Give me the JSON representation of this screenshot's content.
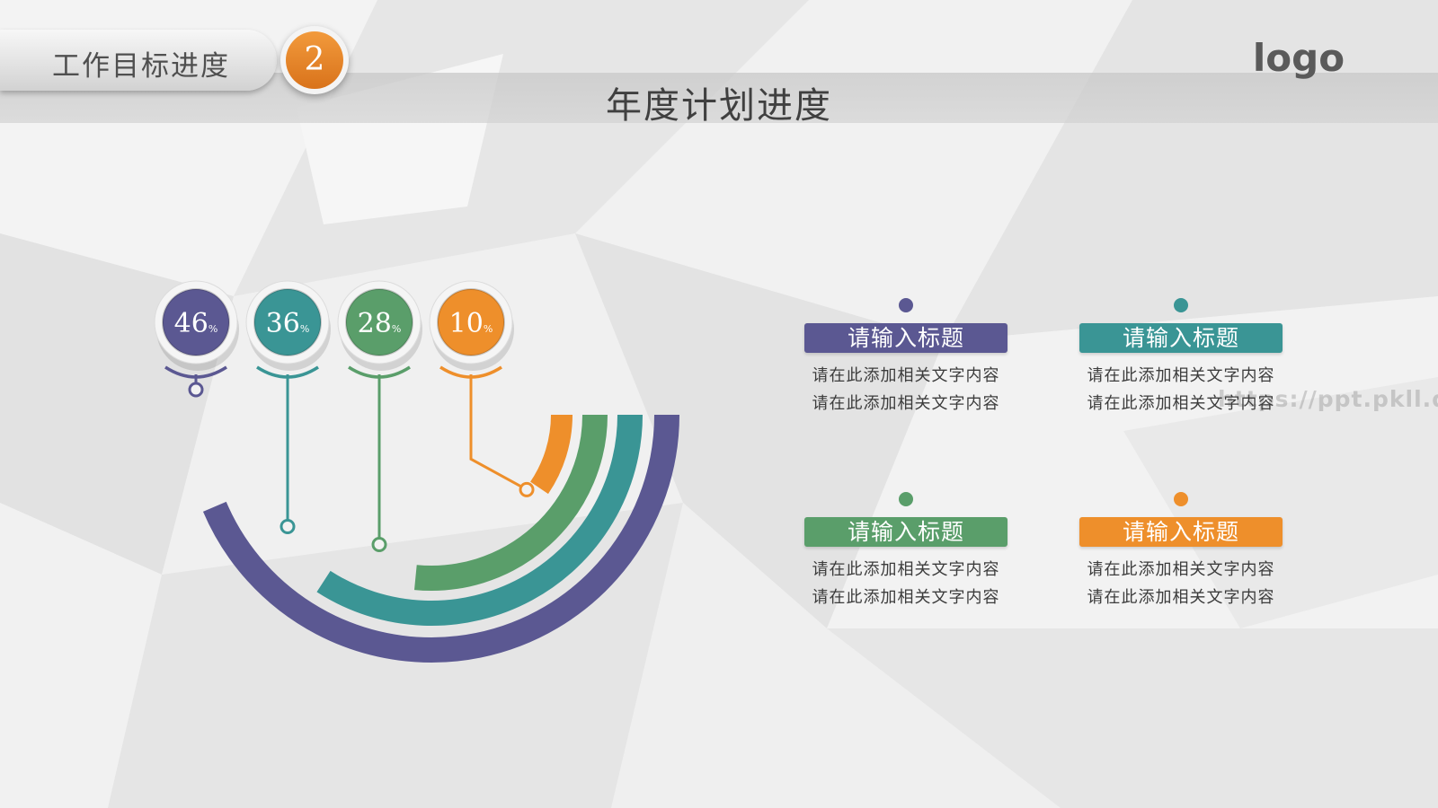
{
  "header": {
    "section_title": "工作目标进度",
    "section_number": "2",
    "page_title": "年度计划进度",
    "logo": "logo"
  },
  "watermark": "https://ppt.pkll.de",
  "colors": {
    "purple": "#5b5892",
    "teal": "#3a9595",
    "green": "#5a9e6a",
    "orange": "#ee8f2b"
  },
  "chart_data": {
    "type": "radial-bar",
    "series": [
      {
        "label": "46%",
        "value": 46,
        "unit": "%",
        "color": "#5b5892"
      },
      {
        "label": "36%",
        "value": 36,
        "unit": "%",
        "color": "#3a9595"
      },
      {
        "label": "28%",
        "value": 28,
        "unit": "%",
        "color": "#5a9e6a"
      },
      {
        "label": "10%",
        "value": 10,
        "unit": "%",
        "color": "#ee8f2b"
      }
    ]
  },
  "cards": [
    {
      "title": "请输入标题",
      "color": "#5b5892",
      "lines": [
        "请在此添加相关文字内容",
        "请在此添加相关文字内容"
      ]
    },
    {
      "title": "请输入标题",
      "color": "#3a9595",
      "lines": [
        "请在此添加相关文字内容",
        "请在此添加相关文字内容"
      ]
    },
    {
      "title": "请输入标题",
      "color": "#5a9e6a",
      "lines": [
        "请在此添加相关文字内容",
        "请在此添加相关文字内容"
      ]
    },
    {
      "title": "请输入标题",
      "color": "#ee8f2b",
      "lines": [
        "请在此添加相关文字内容",
        "请在此添加相关文字内容"
      ]
    }
  ]
}
